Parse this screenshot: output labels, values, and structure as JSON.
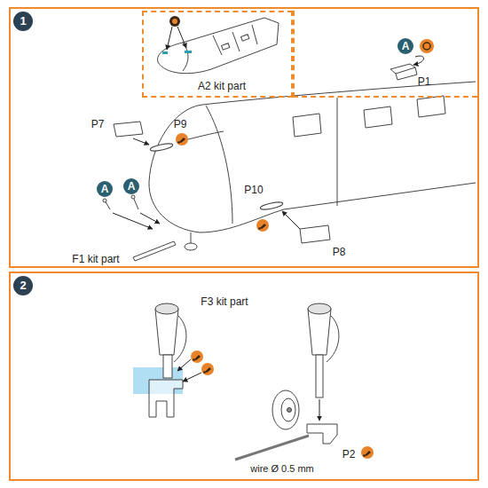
{
  "diagram": {
    "nodes": [
      {
        "text": [
          "1"
        ]
      },
      {
        "text": [
          "A2 kit part"
        ],
        "in": 0
      },
      {
        "text": [
          "P1"
        ],
        "in": 0
      },
      {
        "text": [
          "A"
        ],
        "in": 2
      },
      {
        "text": [
          "A"
        ],
        "in": 0
      },
      {
        "text": [
          "A"
        ],
        "in": 0
      },
      {
        "text": [
          "2"
        ]
      }
    ],
    "labels": [
      "P7",
      "P9",
      "P10",
      "P8",
      "F1 kit part",
      "F3 kit part",
      "P2",
      "wire Ø 0.5 mm"
    ]
  }
}
